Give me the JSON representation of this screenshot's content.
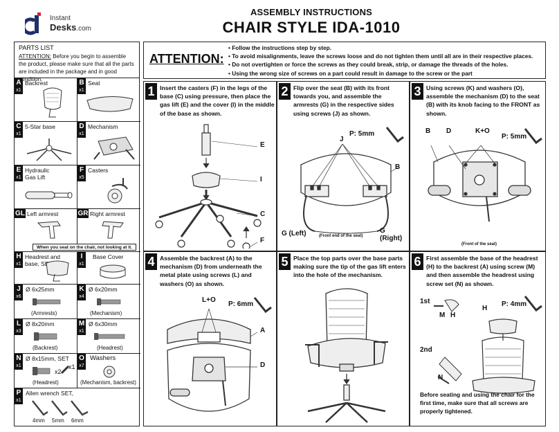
{
  "brand": {
    "line1": "Instant",
    "line2": "Desks",
    "suffix": ".com"
  },
  "header": {
    "subtitle": "ASSEMBLY INSTRUCTIONS",
    "title": "CHAIR STYLE IDA-1010"
  },
  "parts_list": {
    "title": "PARTS LIST",
    "attention_word": "ATTENTION:",
    "note": " Before you begin to assemble the product, please make sure that all the parts are included in the package and in good condition.",
    "items": [
      {
        "id": "A",
        "qty": "x1",
        "name": "Backrest"
      },
      {
        "id": "B",
        "qty": "x1",
        "name": "Seat"
      },
      {
        "id": "C",
        "qty": "x1",
        "name": "5-Star base"
      },
      {
        "id": "D",
        "qty": "x1",
        "name": "Mechanism"
      },
      {
        "id": "E",
        "qty": "x1",
        "name": "Hydraulic Gas Lift"
      },
      {
        "id": "F",
        "qty": "x5",
        "name": "Casters"
      },
      {
        "id": "GL",
        "qty": "",
        "name": "Left armrest"
      },
      {
        "id": "GR",
        "qty": "",
        "name": "Right armrest"
      },
      {
        "id": "H",
        "qty": "x1",
        "name": "Headrest and base, SET"
      },
      {
        "id": "I",
        "qty": "x1",
        "name": "Base Cover"
      },
      {
        "id": "J",
        "qty": "x6",
        "name": "Ø 6x25mm",
        "caption": "(Armrests)"
      },
      {
        "id": "K",
        "qty": "x4",
        "name": "Ø 6x20mm",
        "caption": "(Mechanism)"
      },
      {
        "id": "L",
        "qty": "x3",
        "name": "Ø 8x20mm",
        "caption": "(Backrest)"
      },
      {
        "id": "M",
        "qty": "x1",
        "name": "Ø 6x30mm",
        "caption": "(Headrest)"
      },
      {
        "id": "N",
        "qty": "x1",
        "name": "Ø 8x15mm, SET",
        "caption": "(Headrest)",
        "sub_qty_a": "x2",
        "sub_qty_b": "x1"
      },
      {
        "id": "O",
        "qty": "x7",
        "name": "Washers",
        "caption": "(Mechanism, backrest)"
      },
      {
        "id": "P",
        "qty": "x1",
        "name": "Allen wrench SET,",
        "sizes": [
          "4mm",
          "5mm",
          "6mm"
        ]
      }
    ],
    "armrest_note": "When you seat on the chair, not looking at it."
  },
  "attention": {
    "label": "ATTENTION:",
    "bullets": [
      "• Follow the instructions step by step.",
      "• To avoid misalignments, leave the screws loose and do not tighten them until all are in their respective places.",
      "• Do not overtighten or force the screws as they could break, strip, or damage the threads of the holes.",
      "• Using the wrong size of screws on a part could result in damage to the screw or the part"
    ]
  },
  "steps": [
    {
      "num": "1",
      "text": "Insert the casters (F) in the legs of the base (C) using pressure, then place the gas lift (E) and the cover (I) in the middle of the base as shown.",
      "labels": {
        "e": "E",
        "i": "I",
        "c": "C",
        "f": "F"
      }
    },
    {
      "num": "2",
      "text": "Flip over the seat (B) with its front towards you, and assemble the armrests (G) in the respective sides using screws (J) as shown.",
      "labels": {
        "wrench": "P: 5mm",
        "j": "J",
        "b": "B",
        "gl": "G (Left)",
        "gr": "G (Right)",
        "front": "(Front end of the seat)"
      }
    },
    {
      "num": "3",
      "text": "Using screws (K) and washers (O), assemble the mechanism (D) to the seat (B) with its knob facing to the FRONT as shown.",
      "labels": {
        "b": "B",
        "d": "D",
        "ko": "K+O",
        "wrench": "P: 5mm",
        "front": "(Front of the seat)"
      }
    },
    {
      "num": "4",
      "text": "Assemble the backrest (A) to the mechanism (D) from underneath the metal plate using screws (L) and washers (O) as shown.",
      "labels": {
        "lo": "L+O",
        "wrench": "P: 6mm",
        "a": "A",
        "d": "D"
      }
    },
    {
      "num": "5",
      "text": "Place the top parts over the base parts making sure the tip of the gas lift enters into the hole of the mechanism."
    },
    {
      "num": "6",
      "text": "First assemble the base of the headrest (H) to the backrest (A) using screw (M) and then assemble the headrest using screw set (N) as shown.",
      "labels": {
        "first": "1st",
        "m": "M",
        "h": "H",
        "h2": "H",
        "wrench": "P: 4mm",
        "second": "2nd",
        "n": "N"
      },
      "final_note": "Before seating and using the chair for the first time, make sure that all screws are properly tightened."
    }
  ]
}
